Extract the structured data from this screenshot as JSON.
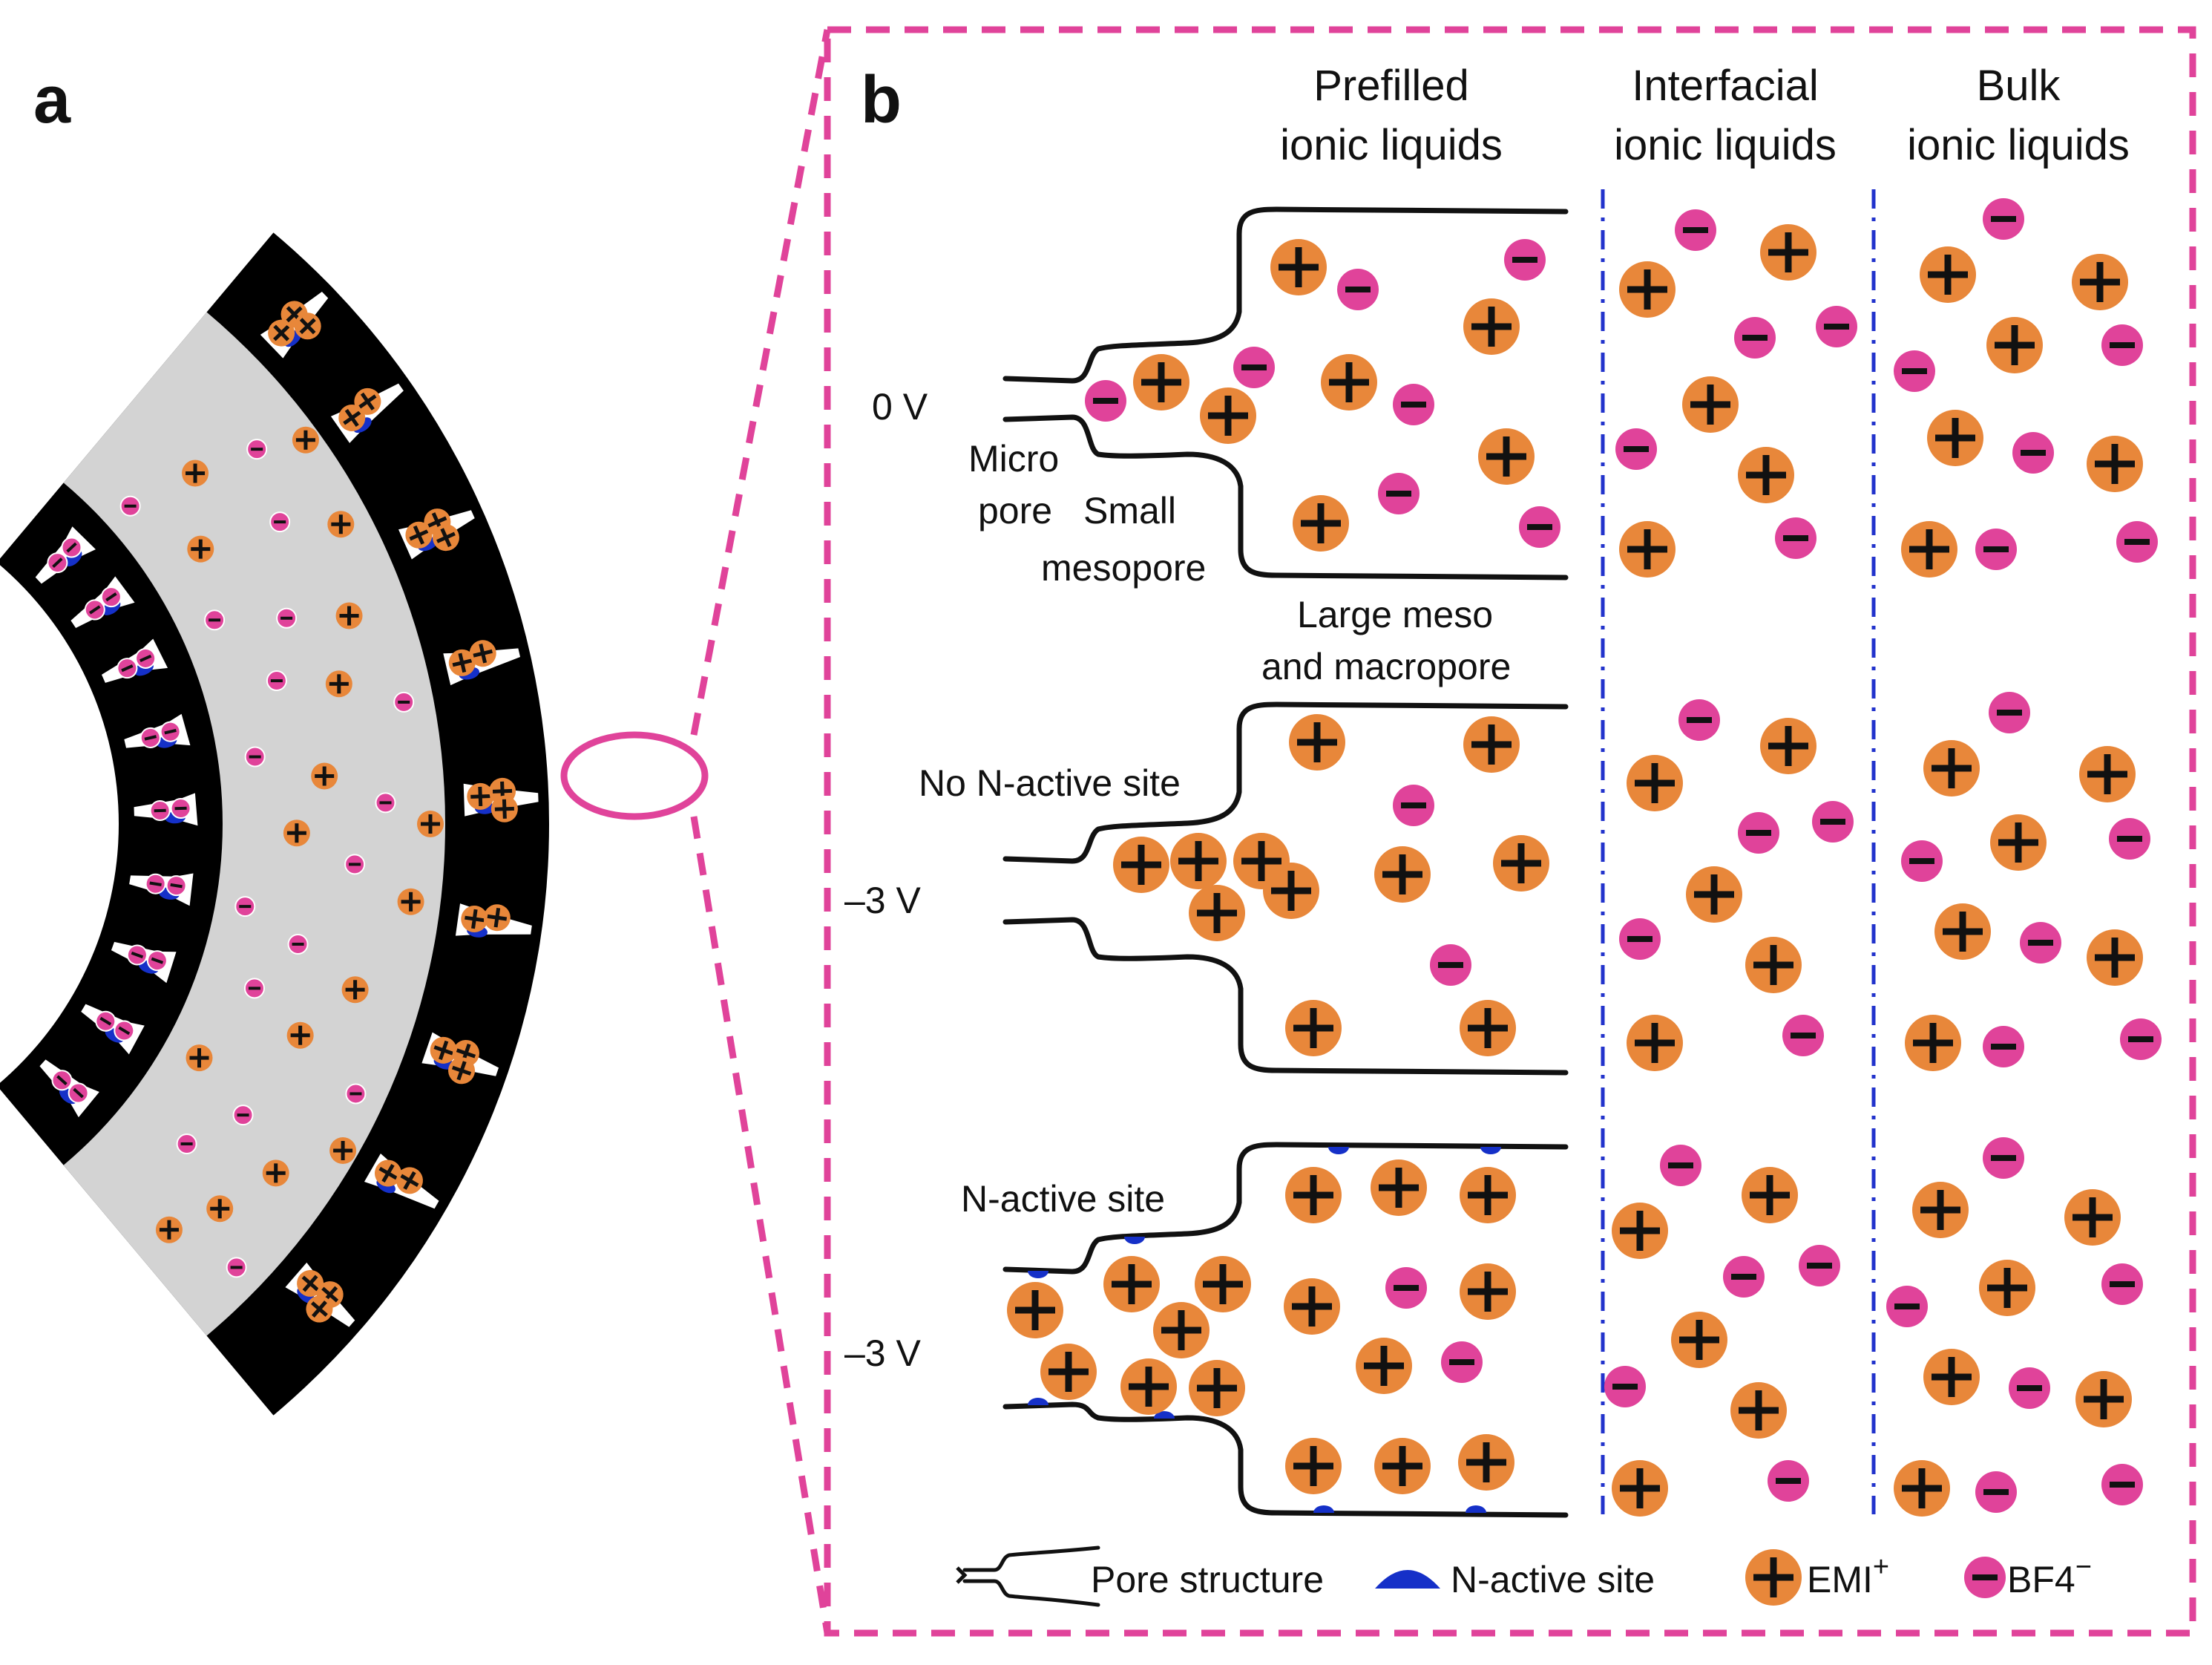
{
  "panels": {
    "a": "a",
    "b": "b"
  },
  "columns": {
    "prefilled": [
      "Prefilled",
      "ionic liquids"
    ],
    "interfacial": [
      "Interfacial",
      "ionic liquids"
    ],
    "bulk": [
      "Bulk",
      "ionic liquids"
    ]
  },
  "rows": {
    "row1_voltage": "0 V",
    "row2_voltage": "–3 V",
    "row3_voltage": "–3 V"
  },
  "annotations": {
    "micro": "Micro",
    "pore": "pore",
    "small": "Small",
    "mesopore": "mesopore",
    "large_meso": "Large meso",
    "and_macropore": "and macropore",
    "no_n_active": "No N-active site",
    "n_active": "N-active site"
  },
  "legend": {
    "pore_structure": "Pore structure",
    "n_active_site": "N-active site",
    "cation": "EMI",
    "cation_sup": "+",
    "anion": "BF4",
    "anion_sup": "−"
  },
  "colors": {
    "cation": "#e8873a",
    "anion": "#e0439a",
    "highlight": "#e0439a",
    "n_active": "#1530c8",
    "separator": "#2233cc",
    "wedge_outer": "#000000",
    "wedge_inner": "#d3d3d3"
  }
}
